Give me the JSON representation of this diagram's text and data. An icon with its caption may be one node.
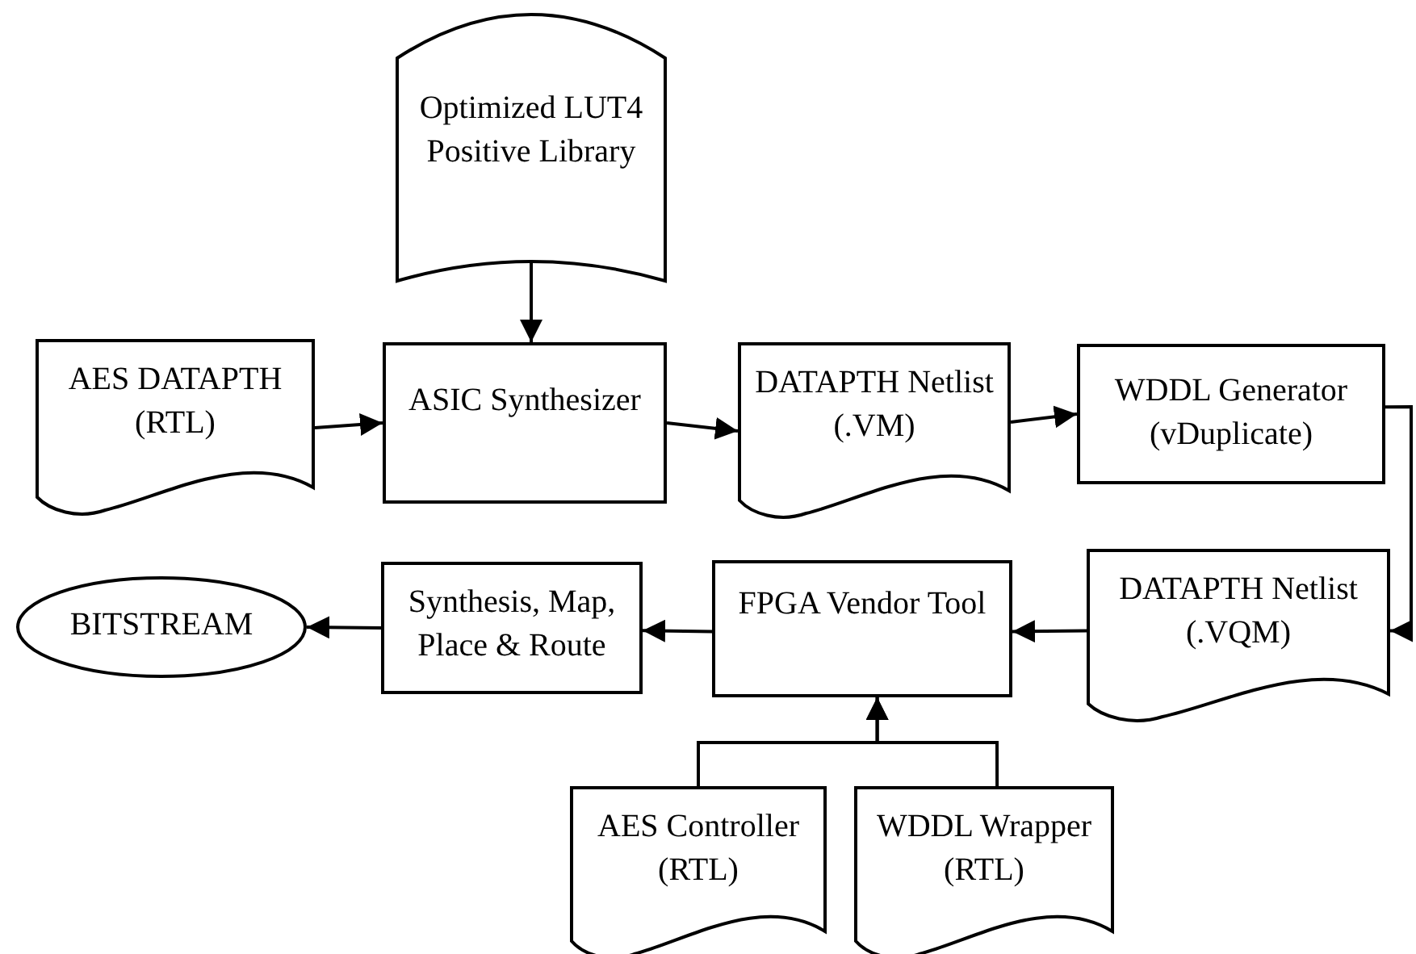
{
  "diagram": {
    "nodes": [
      {
        "text": [
          "Optimized LUT4 Positive Library"
        ]
      },
      {
        "text": [
          "AES DATAPTH (RTL)"
        ]
      },
      {
        "text": [
          "ASIC Synthesizer"
        ]
      },
      {
        "text": [
          "DATAPTH Netlist (.VM)"
        ]
      },
      {
        "text": [
          "WDDL Generator (vDuplicate)"
        ]
      },
      {
        "text": [
          "BITSTREAM"
        ]
      },
      {
        "text": [
          "Synthesis, Map, Place & Route"
        ]
      },
      {
        "text": [
          "FPGA Vendor Tool"
        ]
      },
      {
        "text": [
          "DATAPTH Netlist (.VQM)"
        ]
      },
      {
        "text": [
          "AES Controller (RTL)"
        ]
      },
      {
        "text": [
          "WDDL Wrapper (RTL)"
        ]
      }
    ],
    "edges": [
      {
        "from": 0,
        "to": 2,
        "arrow": "to"
      },
      {
        "from": 1,
        "to": 2,
        "arrow": "to"
      },
      {
        "from": 2,
        "to": 3,
        "arrow": "to"
      },
      {
        "from": 3,
        "to": 4,
        "arrow": "to"
      },
      {
        "from": 4,
        "to": 8,
        "arrow": "to"
      },
      {
        "from": 8,
        "to": 7,
        "arrow": "to"
      },
      {
        "from": 7,
        "to": 6,
        "arrow": "to"
      },
      {
        "from": 6,
        "to": 5,
        "arrow": "to"
      },
      {
        "from": 9,
        "to": 7,
        "arrow": "to"
      },
      {
        "from": 10,
        "to": 7,
        "arrow": "to"
      }
    ]
  }
}
